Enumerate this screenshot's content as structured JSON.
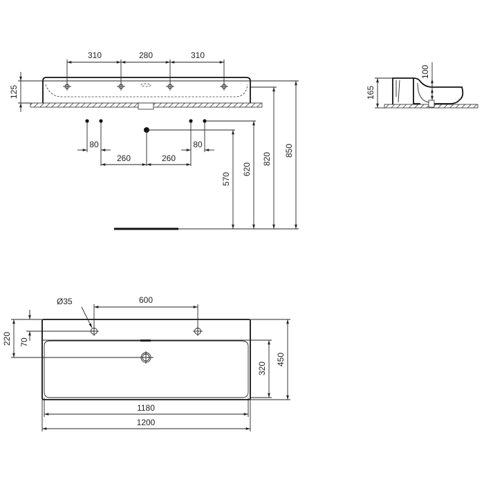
{
  "front_view": {
    "tap_spacing": [
      "310",
      "280",
      "310"
    ],
    "height_label": "125",
    "connection_spacing": [
      "80",
      "260",
      "260",
      "80"
    ],
    "heights": [
      "570",
      "620",
      "820",
      "850"
    ]
  },
  "side_view": {
    "height_label": "165",
    "depth_label": "100"
  },
  "top_view": {
    "hole_diameter": "Ø35",
    "tap_hole_spacing": "600",
    "offset_220": "220",
    "offset_70": "70",
    "basin_depth": "320",
    "total_depth": "450",
    "inner_width": "1180",
    "total_width": "1200"
  }
}
